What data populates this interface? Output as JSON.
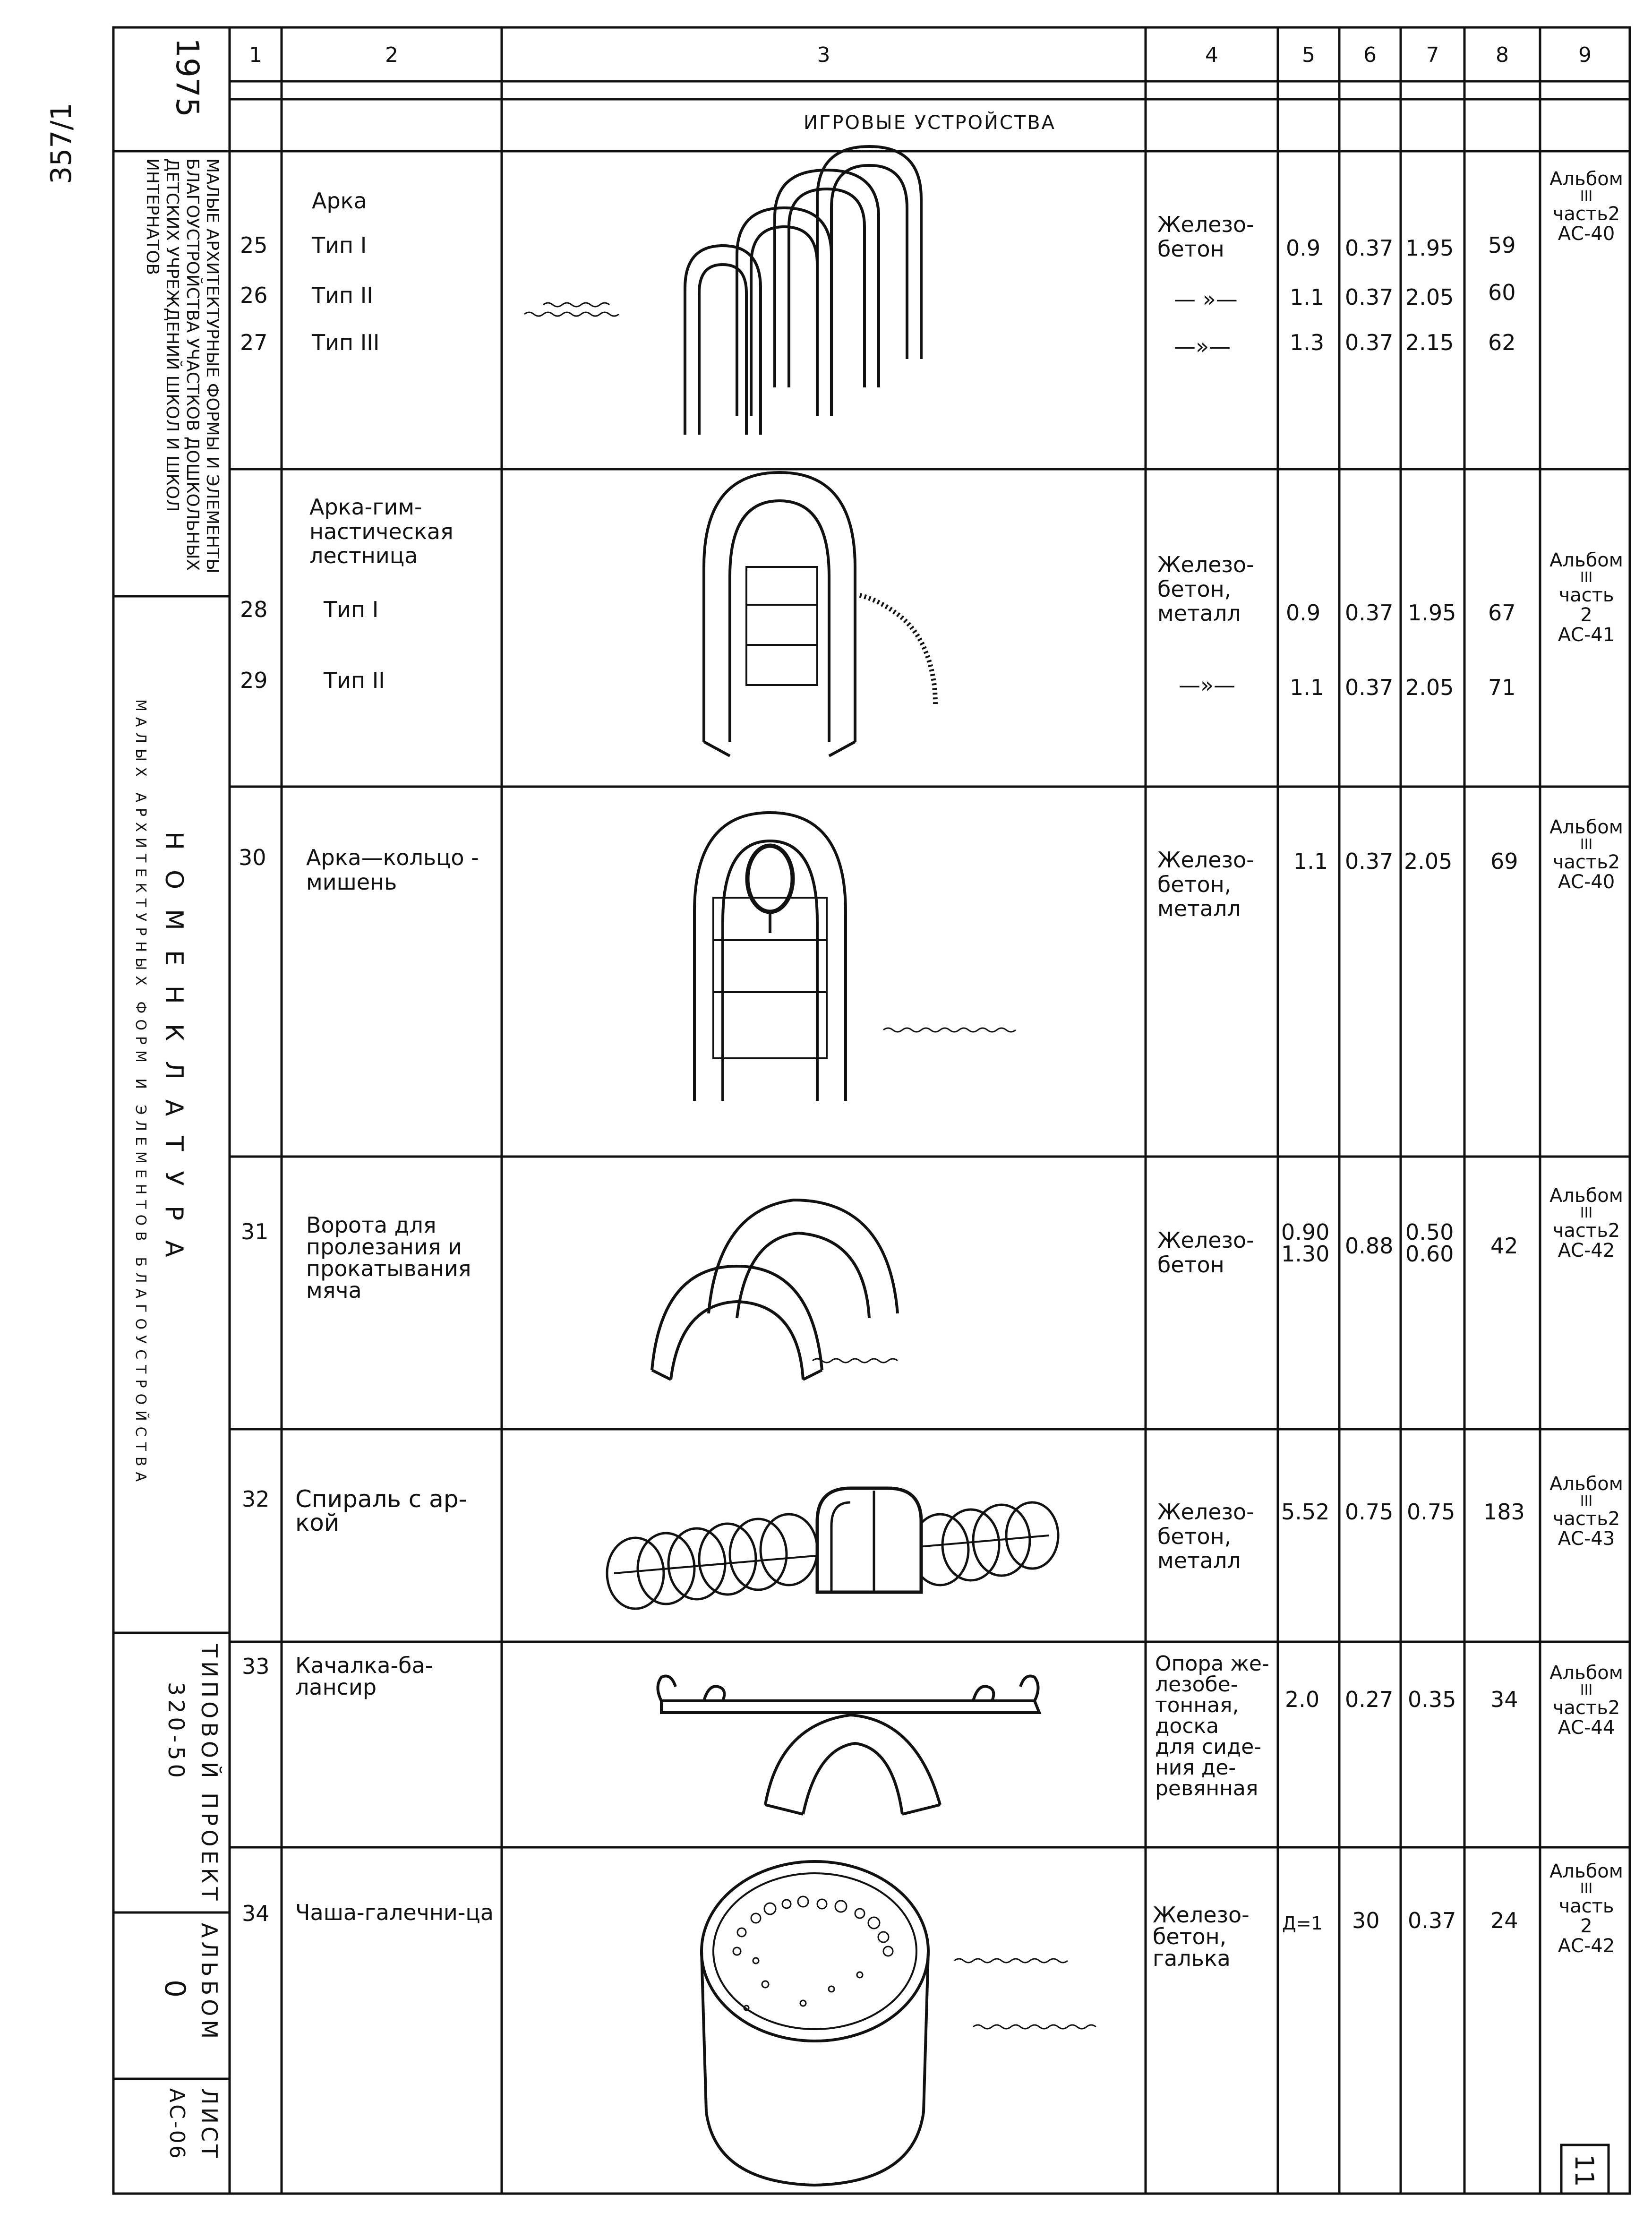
{
  "margin_note": "357/1",
  "title_block": {
    "year": "1975",
    "album_title": "МАЛЫЕ АРХИТЕКТУРНЫЕ ФОРМЫ И ЭЛЕМЕНТЫ БЛАГОУСТРОЙСТВА УЧАСТКОВ ДОШКОЛЬНЫХ ДЕТСКИХ УЧРЕЖДЕНИЙ ШКОЛ И ШКОЛ ИНТЕРНАТОВ",
    "nomenclature_title": "НОМЕНКЛАТУРА",
    "nomenclature_subtitle": "МАЛЫХ АРХИТЕКТУРНЫХ ФОРМ И ЭЛЕМЕНТОВ БЛАГОУСТРОЙСТВА",
    "project_label": "ТИПОВОЙ ПРОЕКТ",
    "project_number": "320-50",
    "album_label": "АЛЬБОМ",
    "album_number": "0",
    "sheet_label": "ЛИСТ",
    "sheet_number": "АС-06"
  },
  "columns": [
    "1",
    "2",
    "3",
    "4",
    "5",
    "6",
    "7",
    "8",
    "9"
  ],
  "section_title": "ИГРОВЫЕ УСТРОЙСТВА",
  "rows": [
    {
      "nums": [
        "25",
        "26",
        "27"
      ],
      "name": "Арка",
      "types": [
        "Тип I",
        "Тип II",
        "Тип III"
      ],
      "material": [
        "Железо-",
        "бетон"
      ],
      "material_repeat": [
        "— »—",
        "—»—"
      ],
      "c5": [
        "0.9",
        "1.1",
        "1.3"
      ],
      "c6": [
        "0.37",
        "0.37",
        "0.37"
      ],
      "c7": [
        "1.95",
        "2.05",
        "2.15"
      ],
      "c8": [
        "59",
        "60",
        "62"
      ],
      "c9": [
        "Альбом",
        "III",
        "часть2",
        "АС-40"
      ]
    },
    {
      "nums": [
        "28",
        "29"
      ],
      "name": "Арка-гим-настическая лестница",
      "types": [
        "Тип I",
        "Тип II"
      ],
      "material": [
        "Железо-",
        "бетон,",
        "металл"
      ],
      "material_repeat": [
        "—»—"
      ],
      "c5": [
        "0.9",
        "1.1"
      ],
      "c6": [
        "0.37",
        "0.37"
      ],
      "c7": [
        "1.95",
        "2.05"
      ],
      "c8": [
        "67",
        "71"
      ],
      "c9": [
        "Альбом",
        "III",
        "часть",
        "2",
        "АС-41"
      ]
    },
    {
      "nums": [
        "30"
      ],
      "name": "Арка—кольцо - мишень",
      "material": [
        "Железо-",
        "бетон,",
        "металл"
      ],
      "c5": [
        "1.1"
      ],
      "c6": [
        "0.37"
      ],
      "c7": [
        "2.05"
      ],
      "c8": [
        "69"
      ],
      "c9": [
        "Альбом",
        "III",
        "часть2",
        "АС-40"
      ]
    },
    {
      "nums": [
        "31"
      ],
      "name": "Ворота для пролезания и прокатывания мяча",
      "material": [
        "Железо-",
        "бетон"
      ],
      "c5": [
        "0.90",
        "1.30"
      ],
      "c6": [
        "0.88"
      ],
      "c7": [
        "0.50",
        "0.60"
      ],
      "c8": [
        "42"
      ],
      "c9": [
        "Альбом",
        "III",
        "часть2",
        "АС-42"
      ]
    },
    {
      "nums": [
        "32"
      ],
      "name": "Спираль с ар-кой",
      "material": [
        "Железо-",
        "бетон,",
        "металл"
      ],
      "c5": [
        "5.52"
      ],
      "c6": [
        "0.75"
      ],
      "c7": [
        "0.75"
      ],
      "c8": [
        "183"
      ],
      "c9": [
        "Альбом",
        "III",
        "часть2",
        "АС-43"
      ]
    },
    {
      "nums": [
        "33"
      ],
      "name": "Качалка-ба-лансир",
      "material": [
        "Опора же-",
        "лезобе-",
        "тонная,",
        "доска",
        "для сиде-",
        "ния де-",
        "ревянная"
      ],
      "c5": [
        "2.0"
      ],
      "c6": [
        "0.27"
      ],
      "c7": [
        "0.35"
      ],
      "c8": [
        "34"
      ],
      "c9": [
        "Альбом",
        "III",
        "часть2",
        "АС-44"
      ]
    },
    {
      "nums": [
        "34"
      ],
      "name": "Чаша-галечни-ца",
      "material": [
        "Железо-",
        "бетон,",
        "галька"
      ],
      "c5": [
        "Д=1"
      ],
      "c6": [
        "30"
      ],
      "c7": [
        "0.37"
      ],
      "c8": [
        "24"
      ],
      "c9": [
        "Альбом",
        "III",
        "часть",
        "2",
        "АС-42"
      ]
    }
  ],
  "page_number": "11"
}
